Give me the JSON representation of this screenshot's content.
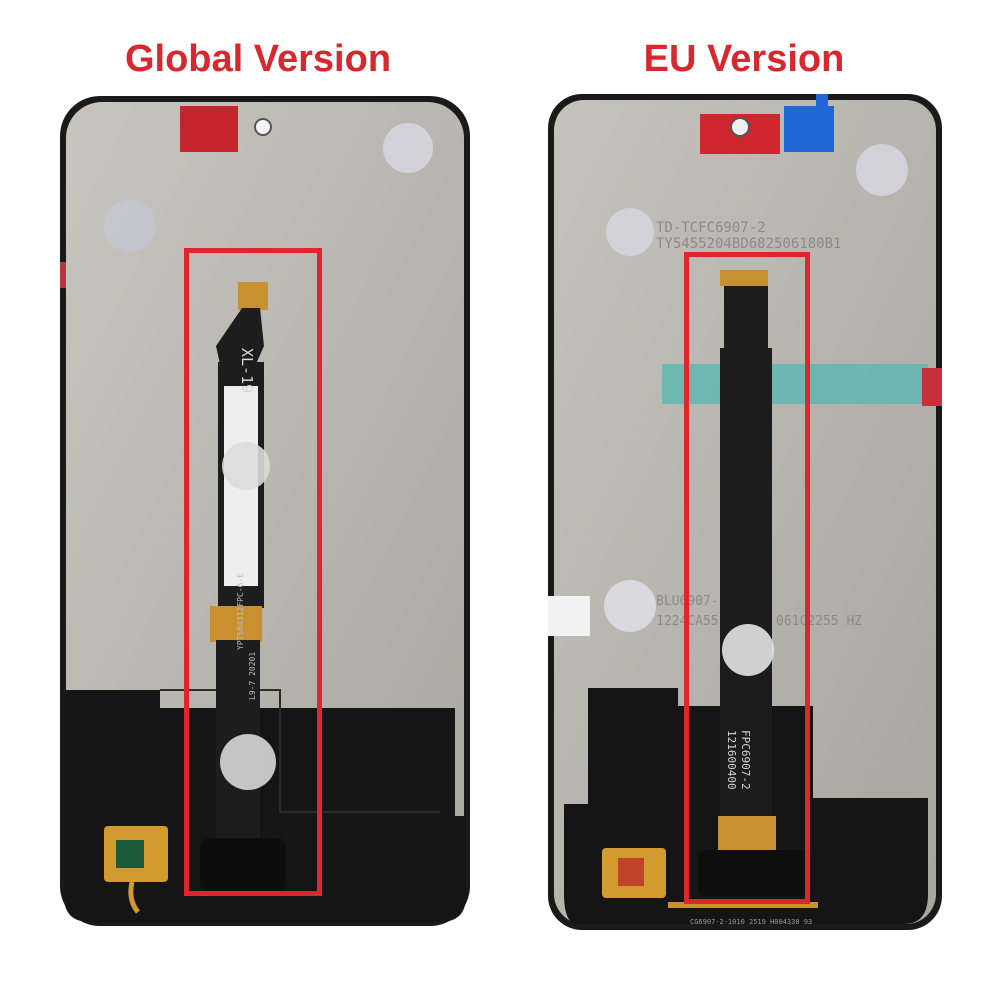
{
  "titles": {
    "left": "Global Version",
    "right": "EU Version"
  },
  "markings": {
    "left_cable": "XL-19",
    "left_cable_serial": "YPTS84312FPC-6-E",
    "left_cable_date": "L9-7 20201",
    "right_top_line1": "TD-TCFC6907-2",
    "right_top_line2": "TY5455204BD682506180B1",
    "right_mid_line1": "BLU6907-",
    "right_mid_line2": "1224CA55",
    "right_mid_line2b": "061C2255 HZ",
    "right_cable_code": "FPC6907-2",
    "right_cable_serial": "121600400",
    "right_bottom_code": "CG6907-2-1010 2519 H004330 93"
  },
  "colors": {
    "title_red": "#d9272e",
    "highlight_red": "#e0262d",
    "panel_silver": "#b8b5af",
    "frame_black": "#161616",
    "cable_black": "#1c1c1c",
    "copper": "#d99a3a",
    "sticker_red": "#d0262f",
    "sticker_blue": "#1f66d6",
    "tape_teal": "#5fb7b0"
  }
}
